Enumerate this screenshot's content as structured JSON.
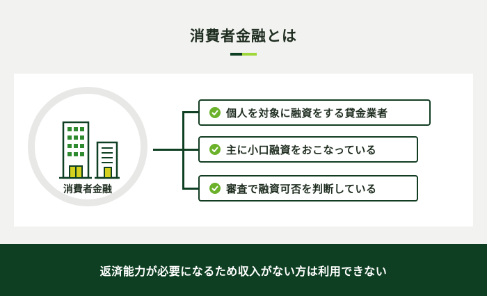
{
  "title": "消費者金融とは",
  "subject": {
    "label": "消費者金融",
    "icon": "building-icon"
  },
  "items": [
    {
      "icon": "check-circle-icon",
      "text": "個人を対象に融資をする貸金業者"
    },
    {
      "icon": "check-circle-icon",
      "text": "主に小口融資をおこなっている"
    },
    {
      "icon": "check-circle-icon",
      "text": "審査で融資可否を判断している"
    }
  ],
  "footer": "返済能力が必要になるため収入がない方は利用できない",
  "colors": {
    "dark_green": "#0e3f22",
    "accent_green": "#9fd63a",
    "check_green": "#6bb12a",
    "building_green": "#2f8a2f",
    "door_yellow": "#d4d21f"
  }
}
